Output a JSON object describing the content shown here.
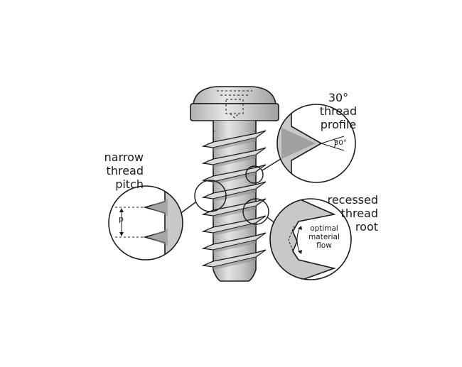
{
  "labels": {
    "narrow_pitch": [
      "narrow",
      "thread",
      "pitch"
    ],
    "profile": [
      "30°",
      "thread",
      "profile"
    ],
    "recessed_root": [
      "recessed",
      "thread",
      "root"
    ],
    "material_flow": [
      "optimal",
      "material",
      "flow"
    ],
    "pitch_symbol": "p",
    "angle_callout": "30°"
  },
  "colors": {
    "metal_light": "#d9d9d9",
    "metal_mid": "#bdbdbd",
    "metal_dark": "#8f8f8f",
    "outline": "#1a1a1a"
  }
}
